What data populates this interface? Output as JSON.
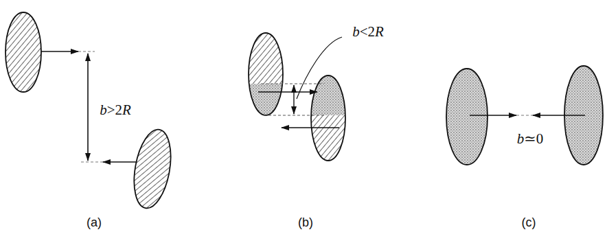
{
  "diagram": {
    "labels": [
      "b>2R",
      "(a)",
      "b<2R",
      "(b)",
      "b≃0",
      "(c)"
    ]
  }
}
